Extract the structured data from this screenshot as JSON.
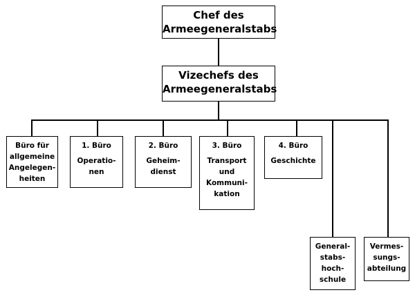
{
  "chief": {
    "lines": [
      "Chef des",
      "Armeegeneralstabs"
    ]
  },
  "vice_chiefs": {
    "lines": [
      "Vizechefs des",
      "Armeegeneralstabs"
    ]
  },
  "offices": [
    {
      "lines": [
        "Büro für",
        "allgemeine",
        "Angelegen-",
        "heiten"
      ]
    },
    {
      "heading": "1. Büro",
      "lines": [
        "Operatio-",
        "nen"
      ]
    },
    {
      "heading": "2. Büro",
      "lines": [
        "Geheim-",
        "dienst"
      ]
    },
    {
      "heading": "3. Büro",
      "lines": [
        "Transport",
        "und",
        "Kommuni-",
        "kation"
      ]
    },
    {
      "heading": "4. Büro",
      "lines": [
        "Geschichte"
      ]
    },
    {
      "lines": [
        "General-",
        "stabs-",
        "hoch-",
        "schule"
      ]
    },
    {
      "lines": [
        "Vermes-",
        "sungs-",
        "abteilung"
      ]
    }
  ]
}
